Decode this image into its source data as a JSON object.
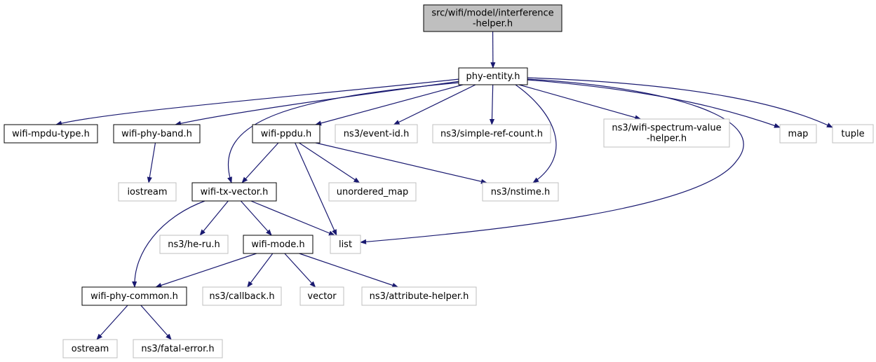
{
  "nodes": [
    {
      "id": "interference",
      "lines": [
        "src/wifi/model/interference",
        "-helper.h"
      ],
      "style": "root"
    },
    {
      "id": "phy_entity",
      "lines": [
        "phy-entity.h"
      ],
      "style": "local"
    },
    {
      "id": "mpdu_type",
      "lines": [
        "wifi-mpdu-type.h"
      ],
      "style": "local"
    },
    {
      "id": "phy_band",
      "lines": [
        "wifi-phy-band.h"
      ],
      "style": "local"
    },
    {
      "id": "ppdu",
      "lines": [
        "wifi-ppdu.h"
      ],
      "style": "local"
    },
    {
      "id": "event_id",
      "lines": [
        "ns3/event-id.h"
      ],
      "style": "external"
    },
    {
      "id": "simple_ref",
      "lines": [
        "ns3/simple-ref-count.h"
      ],
      "style": "external"
    },
    {
      "id": "spectrum",
      "lines": [
        "ns3/wifi-spectrum-value",
        "-helper.h"
      ],
      "style": "external"
    },
    {
      "id": "map",
      "lines": [
        "map"
      ],
      "style": "external"
    },
    {
      "id": "tuple",
      "lines": [
        "tuple"
      ],
      "style": "external"
    },
    {
      "id": "iostream",
      "lines": [
        "iostream"
      ],
      "style": "external"
    },
    {
      "id": "tx_vector",
      "lines": [
        "wifi-tx-vector.h"
      ],
      "style": "local"
    },
    {
      "id": "unordered_map",
      "lines": [
        "unordered_map"
      ],
      "style": "external"
    },
    {
      "id": "nstime",
      "lines": [
        "ns3/nstime.h"
      ],
      "style": "external"
    },
    {
      "id": "he_ru",
      "lines": [
        "ns3/he-ru.h"
      ],
      "style": "external"
    },
    {
      "id": "wifi_mode",
      "lines": [
        "wifi-mode.h"
      ],
      "style": "local"
    },
    {
      "id": "list",
      "lines": [
        "list"
      ],
      "style": "external"
    },
    {
      "id": "phy_common",
      "lines": [
        "wifi-phy-common.h"
      ],
      "style": "local"
    },
    {
      "id": "callback",
      "lines": [
        "ns3/callback.h"
      ],
      "style": "external"
    },
    {
      "id": "vector",
      "lines": [
        "vector"
      ],
      "style": "external"
    },
    {
      "id": "attribute_helper",
      "lines": [
        "ns3/attribute-helper.h"
      ],
      "style": "external"
    },
    {
      "id": "ostream",
      "lines": [
        "ostream"
      ],
      "style": "external"
    },
    {
      "id": "fatal_error",
      "lines": [
        "ns3/fatal-error.h"
      ],
      "style": "external"
    }
  ],
  "edges": [
    [
      "interference",
      "phy_entity"
    ],
    [
      "phy_entity",
      "mpdu_type"
    ],
    [
      "phy_entity",
      "phy_band"
    ],
    [
      "phy_entity",
      "ppdu"
    ],
    [
      "phy_entity",
      "event_id"
    ],
    [
      "phy_entity",
      "simple_ref"
    ],
    [
      "phy_entity",
      "spectrum"
    ],
    [
      "phy_entity",
      "map"
    ],
    [
      "phy_entity",
      "tuple"
    ],
    [
      "phy_entity",
      "tx_vector"
    ],
    [
      "phy_entity",
      "nstime"
    ],
    [
      "phy_entity",
      "list"
    ],
    [
      "phy_band",
      "iostream"
    ],
    [
      "ppdu",
      "tx_vector"
    ],
    [
      "ppdu",
      "unordered_map"
    ],
    [
      "ppdu",
      "nstime"
    ],
    [
      "ppdu",
      "list"
    ],
    [
      "tx_vector",
      "he_ru"
    ],
    [
      "tx_vector",
      "wifi_mode"
    ],
    [
      "tx_vector",
      "list"
    ],
    [
      "tx_vector",
      "phy_common"
    ],
    [
      "wifi_mode",
      "phy_common"
    ],
    [
      "wifi_mode",
      "callback"
    ],
    [
      "wifi_mode",
      "vector"
    ],
    [
      "wifi_mode",
      "attribute_helper"
    ],
    [
      "phy_common",
      "ostream"
    ],
    [
      "phy_common",
      "fatal_error"
    ]
  ],
  "colors": {
    "edge": "#191970",
    "root_fill": "#bfbfbf",
    "root_border": "#000000",
    "local_border": "#000000",
    "external_border": "#bfbfbf",
    "box_fill": "#ffffff"
  }
}
